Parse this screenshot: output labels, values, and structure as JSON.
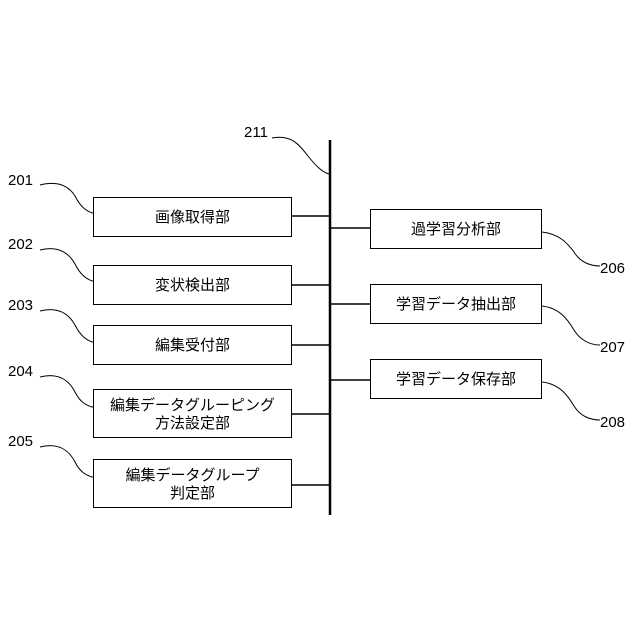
{
  "bus_label": "211",
  "left_blocks": [
    {
      "ref": "201",
      "lines": [
        "画像取得部"
      ]
    },
    {
      "ref": "202",
      "lines": [
        "変状検出部"
      ]
    },
    {
      "ref": "203",
      "lines": [
        "編集受付部"
      ]
    },
    {
      "ref": "204",
      "lines": [
        "編集データグルーピング",
        "方法設定部"
      ]
    },
    {
      "ref": "205",
      "lines": [
        "編集データグループ",
        "判定部"
      ]
    }
  ],
  "right_blocks": [
    {
      "ref": "206",
      "lines": [
        "過学習分析部"
      ]
    },
    {
      "ref": "207",
      "lines": [
        "学習データ抽出部"
      ]
    },
    {
      "ref": "208",
      "lines": [
        "学習データ保存部"
      ]
    }
  ]
}
